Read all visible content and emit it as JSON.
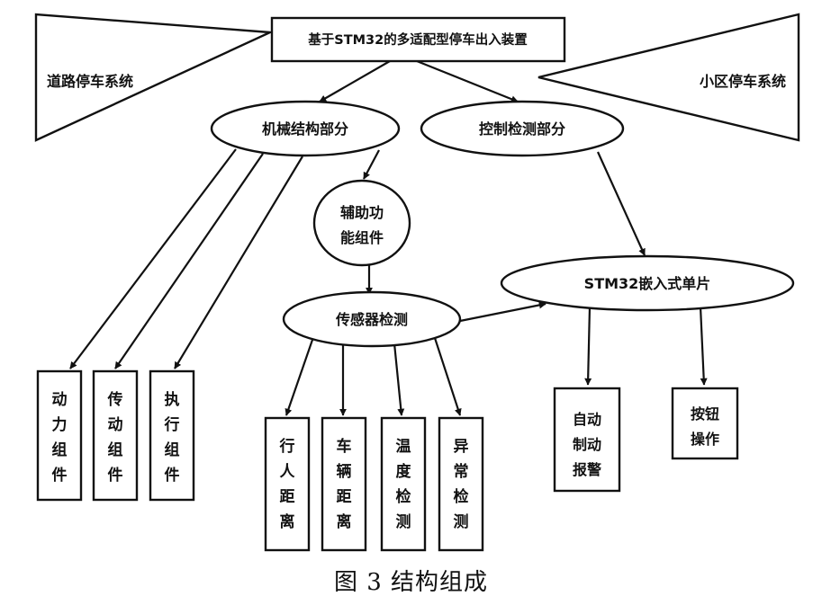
{
  "caption": "图 3  结构组成",
  "nodes": {
    "title": "基于STM32的多适配型停车出入装置",
    "road_parking": "道路停车系统",
    "community_parking": "小区停车系统",
    "mechanical": "机械结构部分",
    "control": "控制检测部分",
    "auxiliary": [
      "辅助功",
      "能组件"
    ],
    "sensor": "传感器检测",
    "mcu": "STM32嵌入式单片",
    "power": [
      "动",
      "力",
      "组",
      "件"
    ],
    "transmission": [
      "传",
      "动",
      "组",
      "件"
    ],
    "actuator": [
      "执",
      "行",
      "组",
      "件"
    ],
    "pedestrian": [
      "行",
      "人",
      "距",
      "离"
    ],
    "vehicle": [
      "车",
      "辆",
      "距",
      "离"
    ],
    "temperature": [
      "温",
      "度",
      "检",
      "测"
    ],
    "anomaly": [
      "异",
      "常",
      "检",
      "测"
    ],
    "alarm": [
      "自动",
      "制动",
      "报警"
    ],
    "button": [
      "按钮",
      "操作"
    ]
  }
}
